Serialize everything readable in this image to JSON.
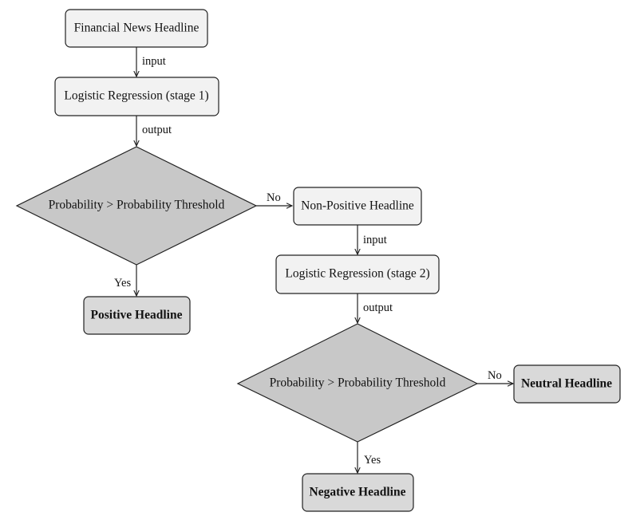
{
  "nodes": {
    "input_node": "Financial News Headline",
    "stage1": "Logistic Regression (stage 1)",
    "decision1": "Probability > Probability Threshold",
    "positive": "Positive Headline",
    "non_positive": "Non-Positive Headline",
    "stage2": "Logistic Regression (stage 2)",
    "decision2": "Probability > Probability Threshold",
    "neutral": "Neutral Headline",
    "negative": "Negative Headline"
  },
  "edges": {
    "input_to_stage1": "input",
    "stage1_to_decision1": "output",
    "decision1_yes": "Yes",
    "decision1_no": "No",
    "nonpositive_to_stage2": "input",
    "stage2_to_decision2": "output",
    "decision2_yes": "Yes",
    "decision2_no": "No"
  },
  "colors": {
    "box_fill": "#f2f2f2",
    "terminal_fill": "#d9d9d9",
    "diamond_fill": "#c8c8c8",
    "stroke": "#222222"
  }
}
